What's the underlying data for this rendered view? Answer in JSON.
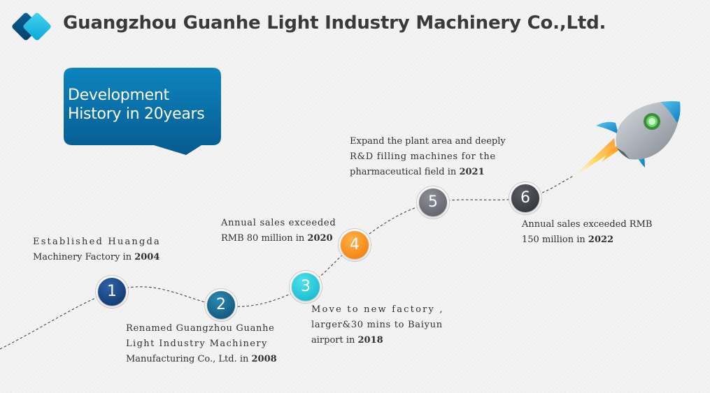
{
  "header": {
    "company_name": "Guangzhou Guanhe Light Industry Machinery Co.,Ltd."
  },
  "callout": {
    "line1": "Development",
    "line2": "History in 20years"
  },
  "milestones": [
    {
      "number": "1",
      "lines": [
        "Established Huangda",
        "Machinery Factory in "
      ],
      "year": "2004"
    },
    {
      "number": "2",
      "lines": [
        "Renamed Guangzhou Guanhe",
        "Light Industry Machinery",
        "Manufacturing Co., Ltd. in "
      ],
      "year": "2008"
    },
    {
      "number": "3",
      "lines": [
        "Move to new factory ,",
        "larger&30 mins to Baiyun",
        "airport in "
      ],
      "year": "2018"
    },
    {
      "number": "4",
      "lines": [
        "Annual sales exceeded",
        "RMB 80 million in "
      ],
      "year": "2020"
    },
    {
      "number": "5",
      "lines": [
        "Expand the plant area and deeply",
        "R&D filling machines for the",
        "pharmaceutical field in "
      ],
      "year": "2021"
    },
    {
      "number": "6",
      "lines": [
        "Annual sales exceeded RMB",
        "150 million in "
      ],
      "year": "2022"
    }
  ],
  "colors": {
    "title": "#3a3a3a",
    "callout": "#0a6fa4",
    "node1": "#0d2f63",
    "node2": "#0c4b6f",
    "node3": "#0db3c8",
    "node4": "#f07800",
    "node5": "#575862",
    "node6": "#2d2e35"
  },
  "icons": {
    "logo": "diamond-logo-icon",
    "rocket": "rocket-icon"
  }
}
